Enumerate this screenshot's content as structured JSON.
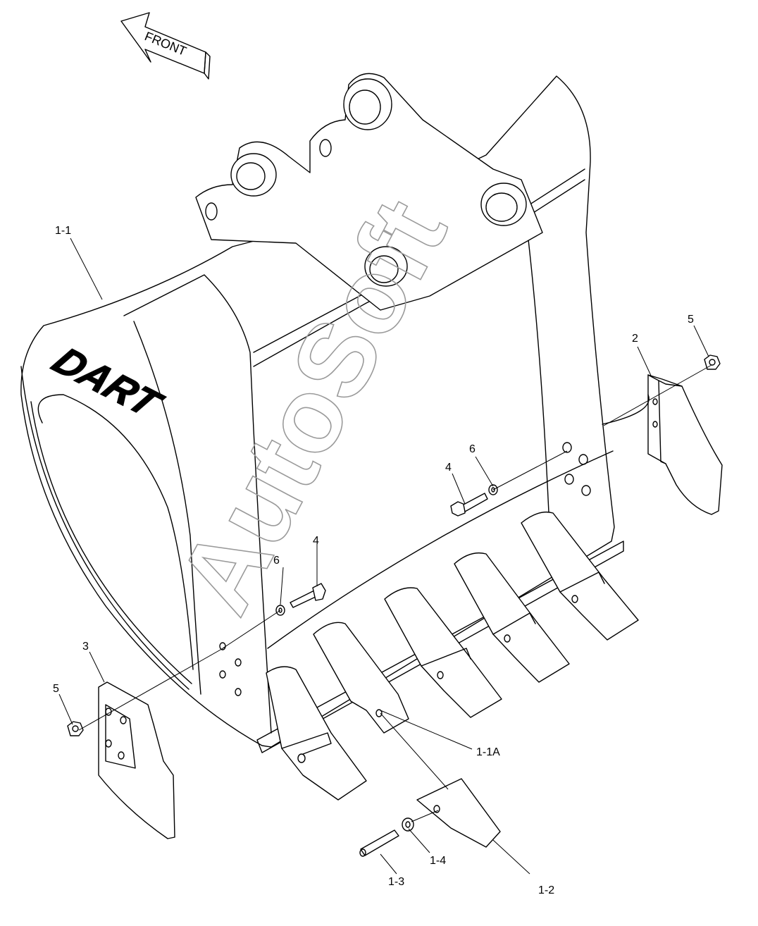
{
  "direction_arrow": {
    "label": "FRONT"
  },
  "brand_logo": {
    "text": "DART"
  },
  "watermark": {
    "text": "AutoSoft"
  },
  "callouts": {
    "c1_1": "1-1",
    "c1_1A": "1-1A",
    "c1_2": "1-2",
    "c1_3": "1-3",
    "c1_4": "1-4",
    "c2": "2",
    "c3": "3",
    "c4a": "4",
    "c4b": "4",
    "c5a": "5",
    "c5b": "5",
    "c6a": "6",
    "c6b": "6"
  }
}
